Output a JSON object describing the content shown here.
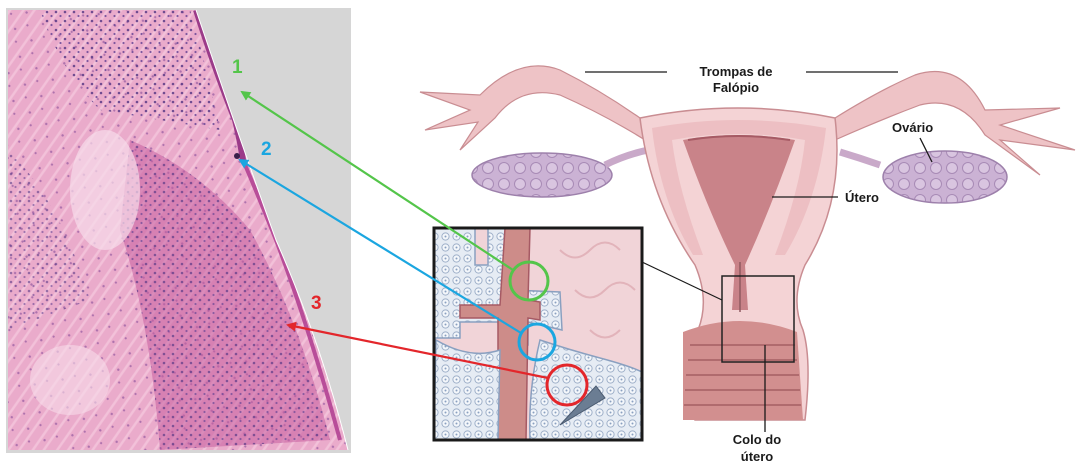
{
  "labels": {
    "fallopian_line1": "Trompas de",
    "fallopian_line2": "Falópio",
    "ovary": "Ovário",
    "uterus": "Útero",
    "cervix_line1": "Colo do",
    "cervix_line2": "útero"
  },
  "markers": [
    {
      "number": "1",
      "color": "#54c54a"
    },
    {
      "number": "2",
      "color": "#1ba6e0"
    },
    {
      "number": "3",
      "color": "#e3262b"
    }
  ]
}
